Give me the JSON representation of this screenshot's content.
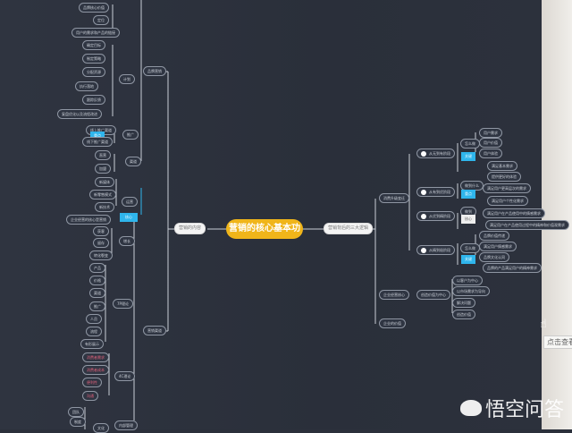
{
  "center": "营销的核心基本功",
  "left_main": "营销的内容",
  "right_main": "营销背后的三大逻辑",
  "left_groups": {
    "brand": "品牌营销",
    "channel": "营销渠道",
    "top": [
      "品牌核心价值",
      "定位",
      "用户的需求和产品的链接"
    ],
    "plan": "计划",
    "plan_items": [
      "确定目标",
      "制定策略",
      "分配资源",
      "执行落地",
      "跟踪反馈",
      "复盘优化以及流程改进"
    ],
    "promo": "推广",
    "promo_items": [
      "线上推广渠道",
      "线下推广渠道"
    ],
    "promo_tag": "重点",
    "sales": "渠道",
    "sales_items": [
      "直营",
      "加盟"
    ],
    "ops": "运营",
    "ops_items": [
      "新媒体",
      "新零售模式",
      "新技术",
      "企业经营的核心是营销"
    ],
    "ops_tag": "核心",
    "growth": "增长",
    "growth_items": [
      "获客",
      "留存",
      "转化裂变"
    ],
    "sevenp": "7P理论",
    "sevenp_items": [
      "产品",
      "价格",
      "渠道",
      "推广",
      "人员",
      "流程",
      "有形展示"
    ],
    "fourc": "4C理论",
    "fourc_items": [
      "消费者需求",
      "消费者成本",
      "便利性",
      "沟通"
    ],
    "inner": "内部管理",
    "inner_items": [
      "团队",
      "制度",
      "文化"
    ]
  },
  "right_groups": {
    "upgrade": "消费升级变迁",
    "core": "企业经营核心",
    "value": "企业的价值",
    "stages": [
      "从无到有阶段",
      "从有到优阶段",
      "从优到精阶段",
      "从精到极阶段"
    ],
    "leaf_a": [
      "用户需求",
      "用户价值",
      "用户体验",
      "满足基本需求",
      "提供更好的体验"
    ],
    "leaf_b": [
      "满足用户更高层次的需求",
      "满足用户个性化需求"
    ],
    "leaf_c": [
      "满足用户在产品使用中的情感需求",
      "满足用户在产品使用过程中的精神和价值观需求"
    ],
    "leaf_d": [
      "品牌价值传递",
      "满足用户情感需求",
      "品牌文化认同",
      "品牌的产品满足用户的精神需求"
    ],
    "sub_small": [
      "怎么做",
      "做到什么",
      "做到",
      "怎么做"
    ],
    "tags": [
      "关键",
      "重点",
      "核心",
      "关键"
    ],
    "core_sub": "创造价值为中心",
    "core_items": [
      "以客户为中心",
      "以市场需求为导向",
      "解决问题",
      "创造价值"
    ]
  },
  "overlay": {
    "tooltip": "点击查看",
    "watermark": "悟空问答"
  }
}
